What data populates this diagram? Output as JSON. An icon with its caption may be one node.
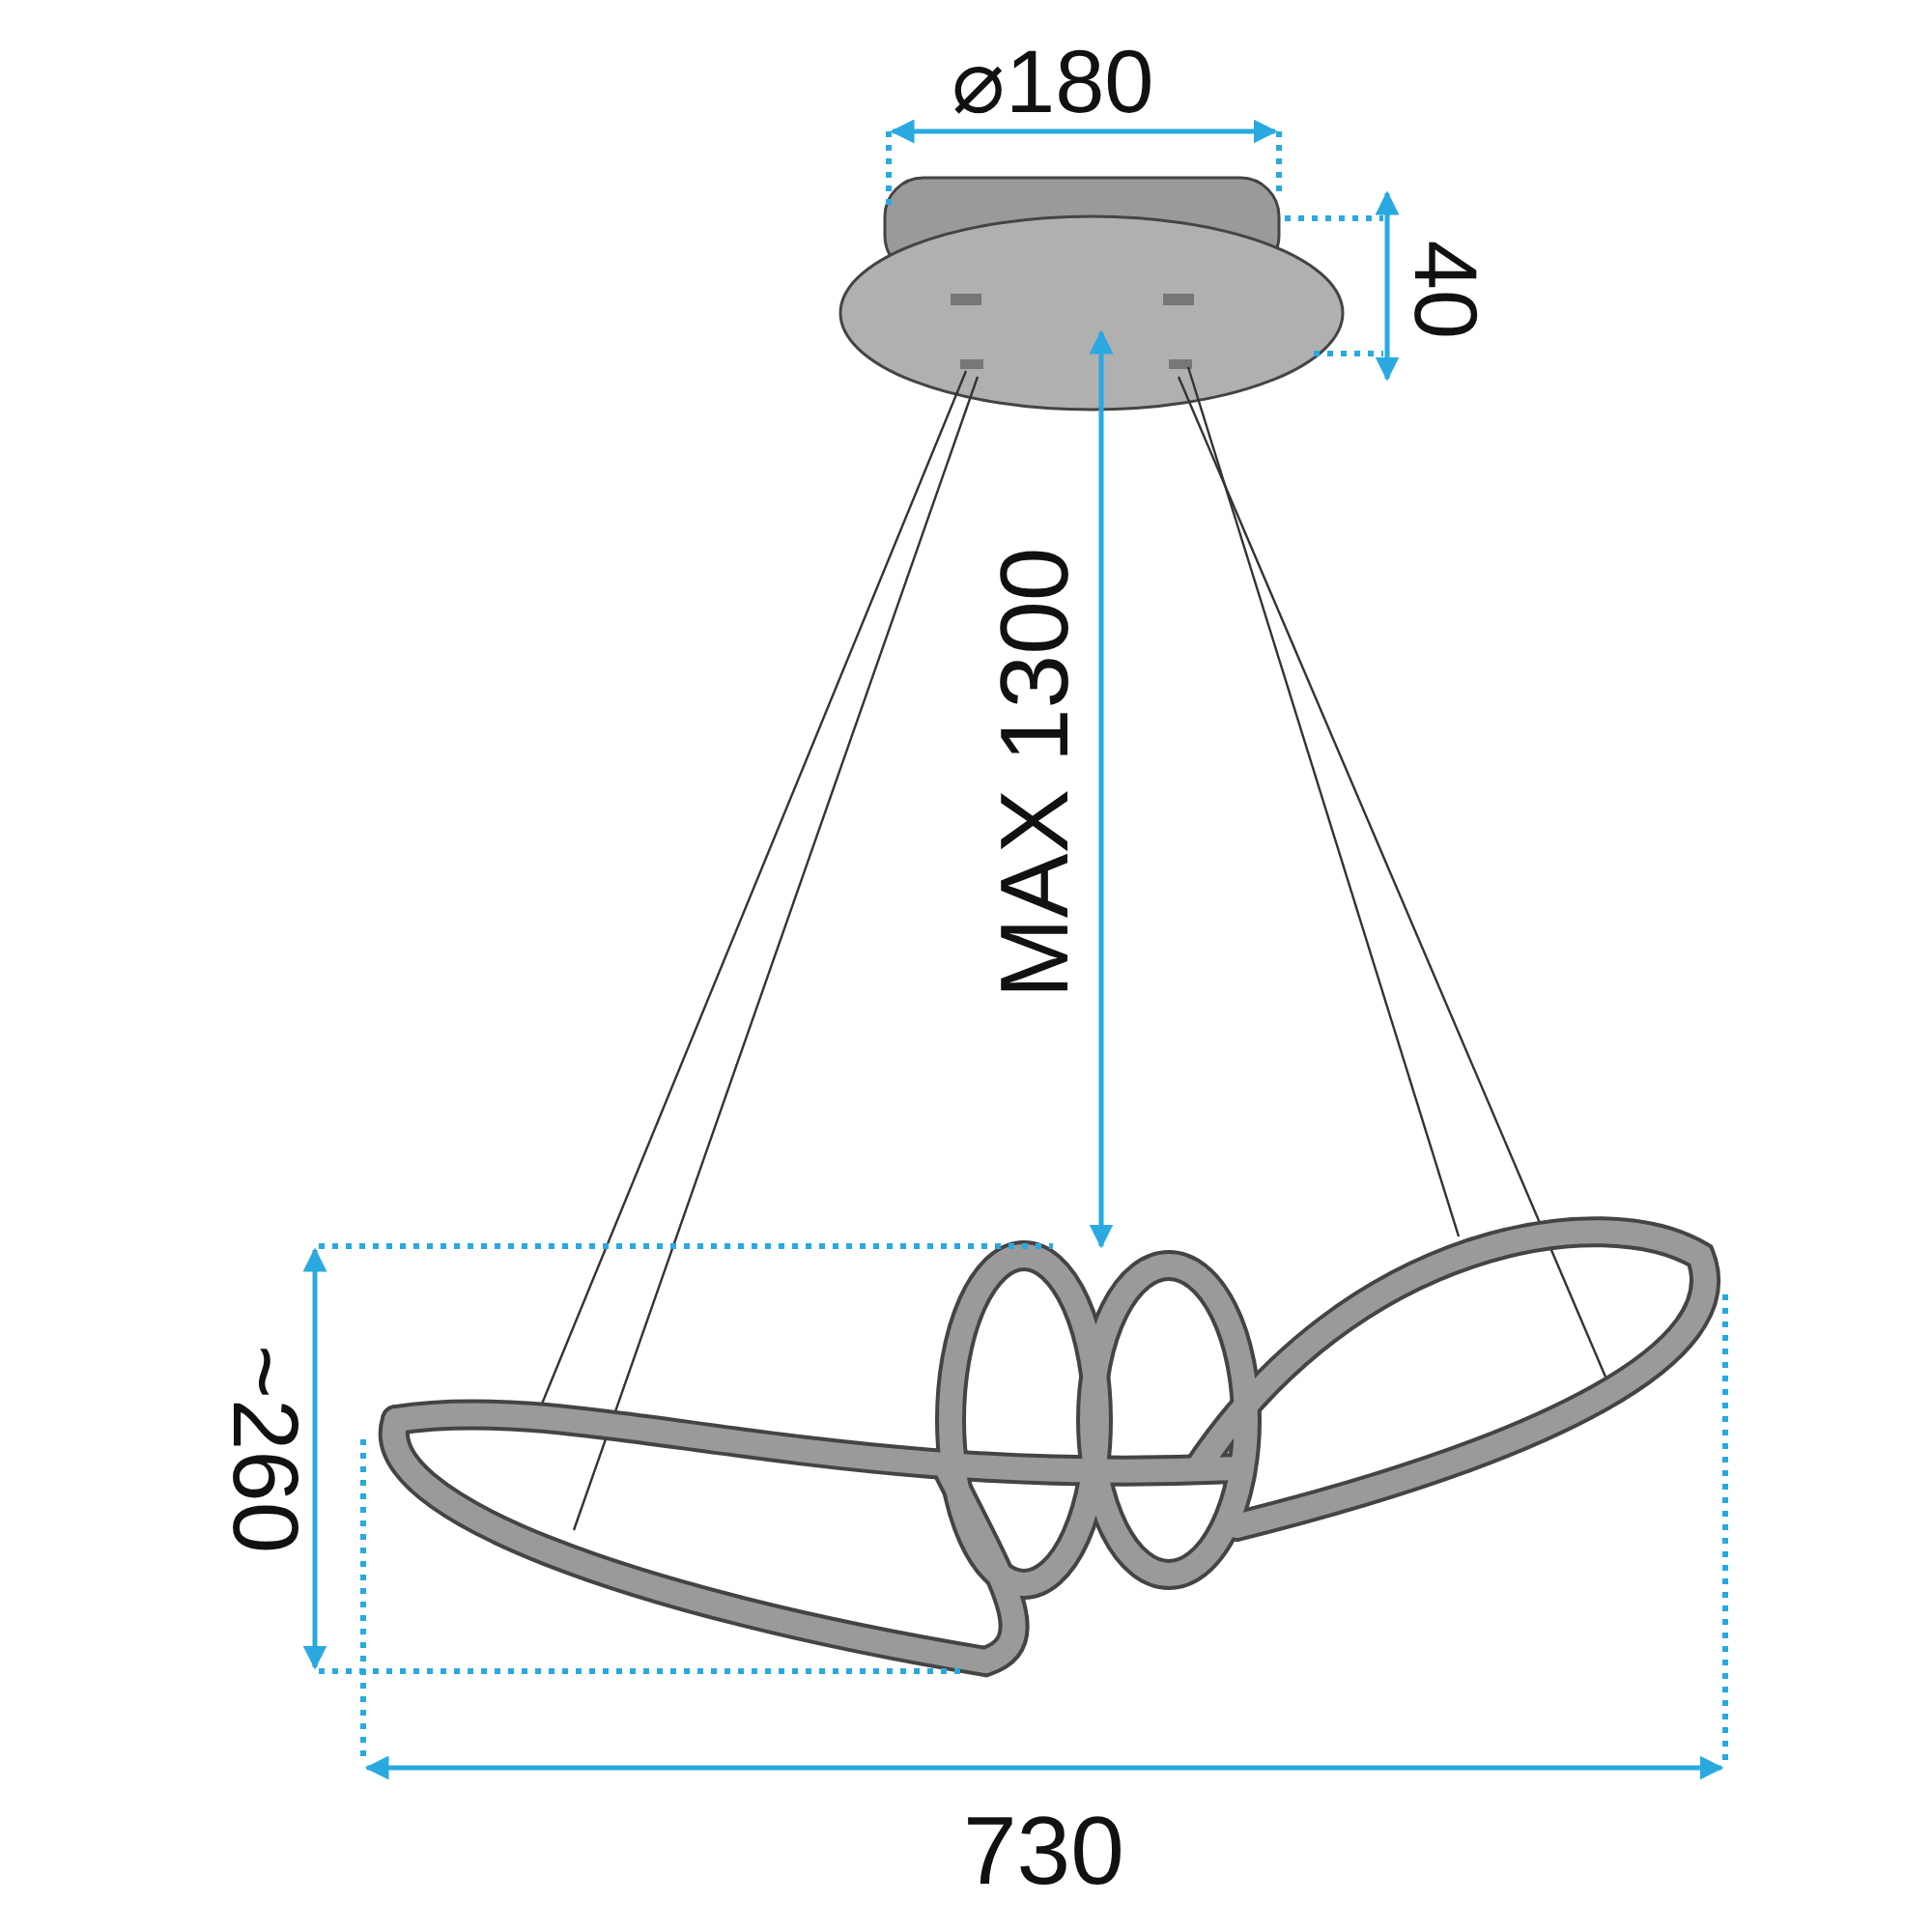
{
  "diagram": {
    "labels": [
      "⌀180",
      "40",
      "MAX 1300",
      "~260",
      "730"
    ]
  }
}
